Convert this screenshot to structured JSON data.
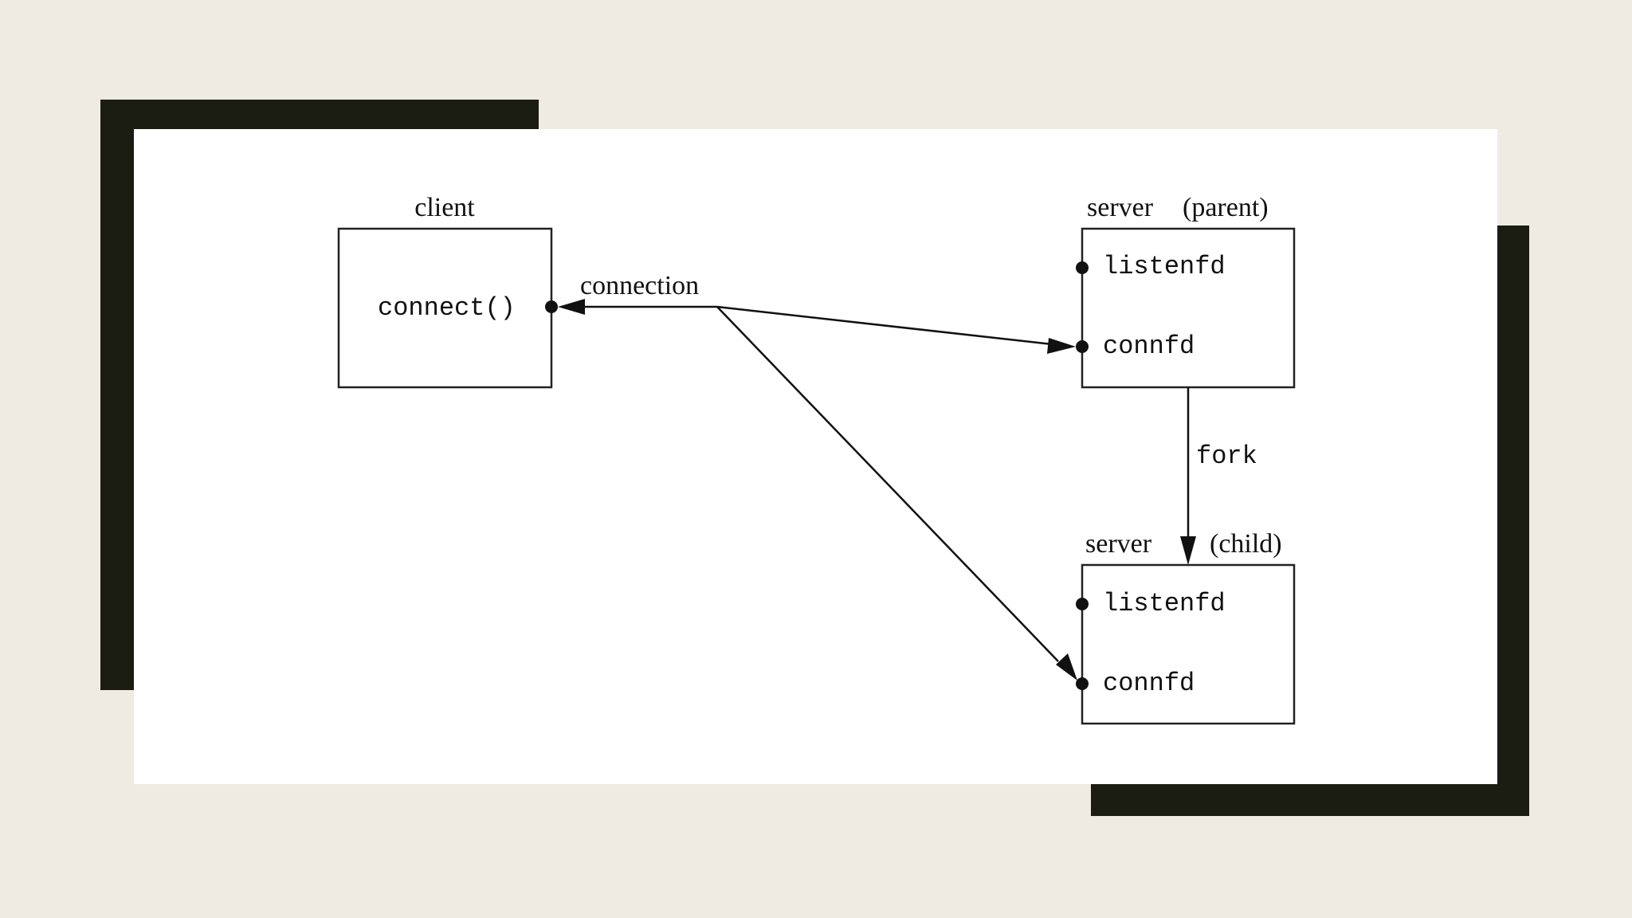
{
  "diagram": {
    "client": {
      "title": "client",
      "call": "connect()"
    },
    "connection_label": "connection",
    "server_parent": {
      "title": "server",
      "qualifier": "(parent)",
      "fd1": "listenfd",
      "fd2": "connfd"
    },
    "fork_label": "fork",
    "server_child": {
      "title": "server",
      "qualifier": "(child)",
      "fd1": "listenfd",
      "fd2": "connfd"
    }
  },
  "colors": {
    "background": "#eeebe3",
    "frame": "#1b1c12",
    "card": "#ffffff"
  }
}
